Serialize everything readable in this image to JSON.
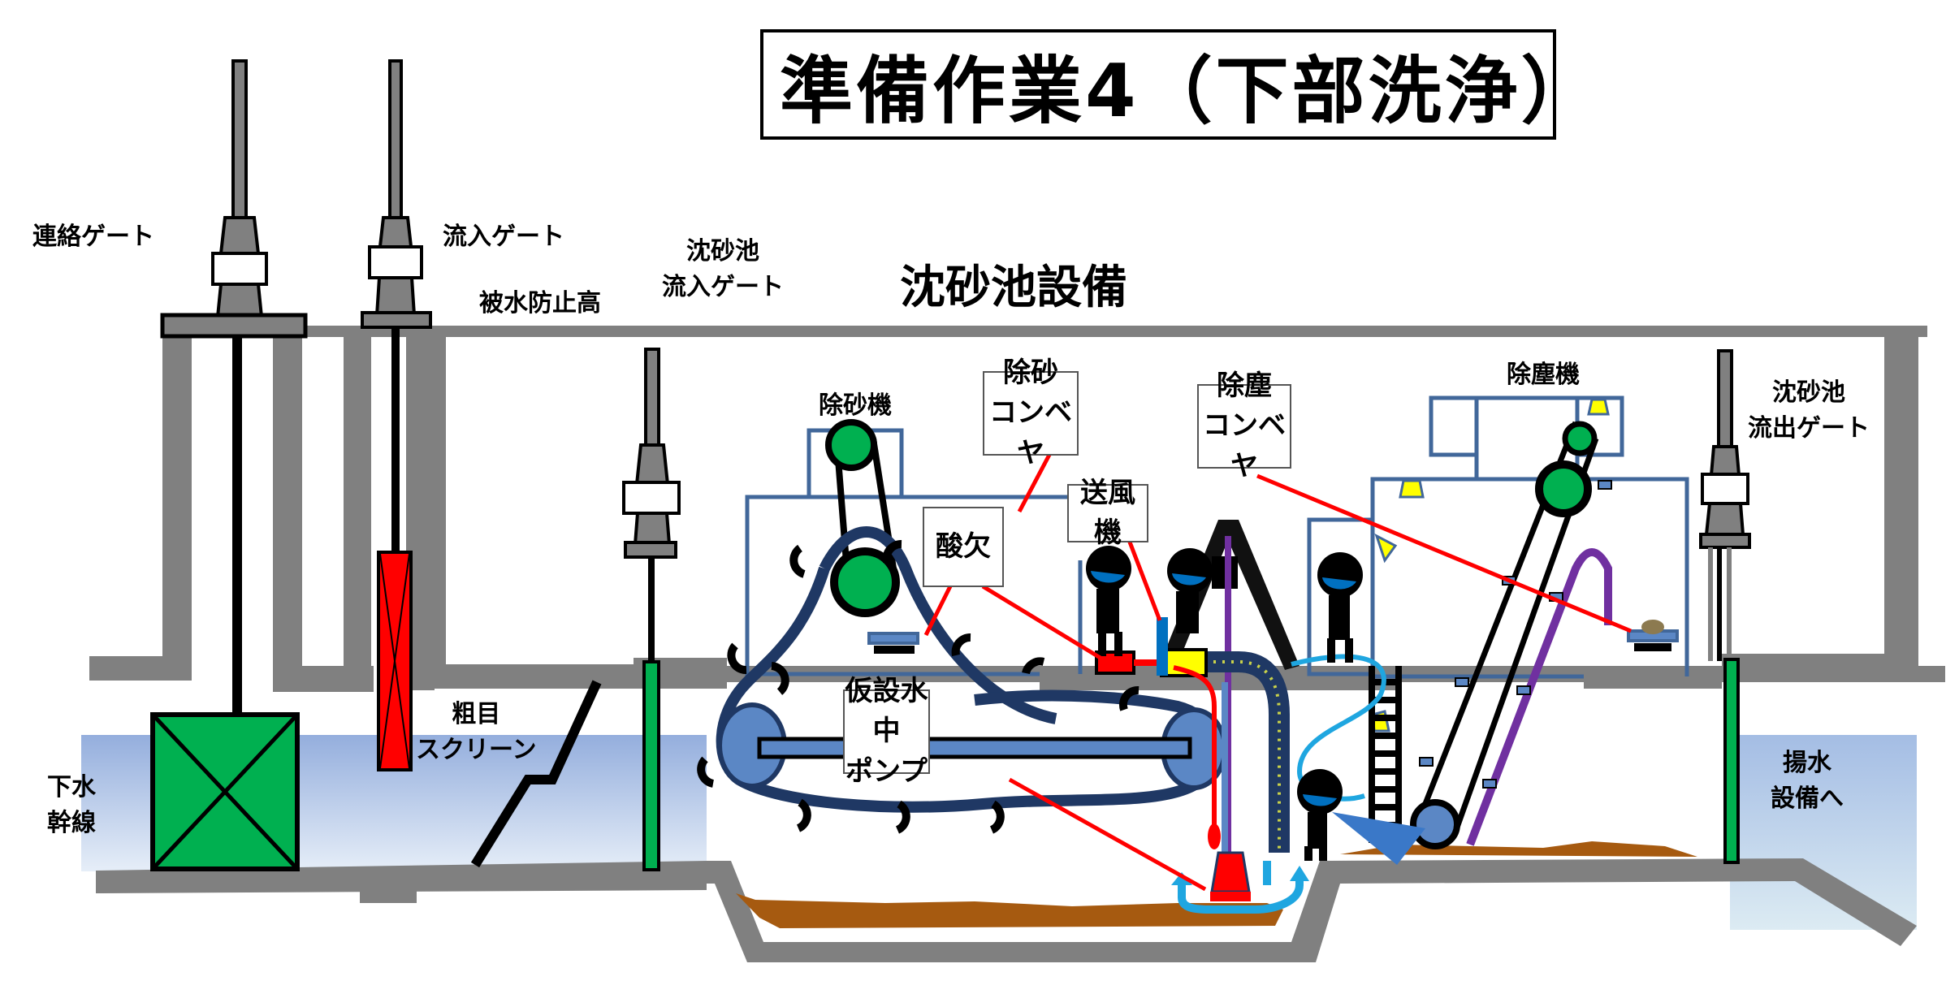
{
  "title": "準備作業4（下部洗浄）",
  "section_title": "沈砂池設備",
  "labels": {
    "connection_gate": "連絡ゲート",
    "inflow_gate": "流入ゲート",
    "flood_prevention_level": "被水防止高",
    "grit_chamber_inflow_gate": [
      "沈砂池",
      "流入ゲート"
    ],
    "coarse_screen": [
      "粗目",
      "スクリーン"
    ],
    "sewer_trunk": [
      "下水",
      "幹線"
    ],
    "grit_remover": "除砂機",
    "dust_remover": "除塵機",
    "grit_chamber_outflow_gate": [
      "沈砂池",
      "流出ゲート"
    ],
    "to_pumping_facility": [
      "揚水",
      "設備へ"
    ]
  },
  "callouts": {
    "grit_conveyor": [
      "除砂",
      "コンベヤ"
    ],
    "dust_conveyor": [
      "除塵",
      "コンベヤ"
    ],
    "oxygen_deficiency": [
      "酸欠"
    ],
    "blower": [
      "送風機"
    ],
    "temp_submersible_pump": [
      "仮設水中",
      "ポンプ"
    ]
  },
  "colors": {
    "wall": "#808080",
    "water_top": "#94aedd",
    "water_bottom": "#dbe6f4",
    "gate_green": "#00b050",
    "screen_red": "#ff0000",
    "machine_frame": "#41679a",
    "sludge": "#a65a10",
    "leader_line": "#ff0000",
    "hose_purple": "#7030a0",
    "hose_cyan": "#1fa6e0",
    "helmet_visor": "#0070c0",
    "warning_yellow": "#ffff00"
  }
}
